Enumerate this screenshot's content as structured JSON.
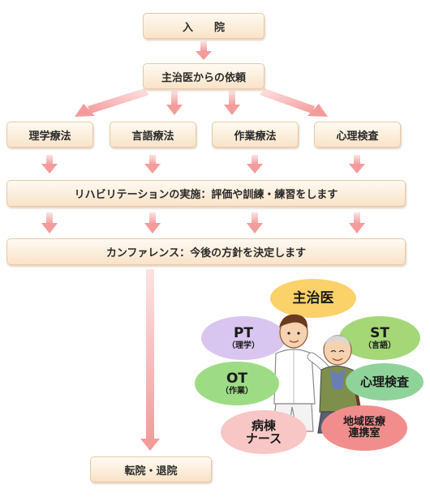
{
  "flow": {
    "admission": "入　　院",
    "request": "主治医からの依頼",
    "departments": [
      "理学療法",
      "言語療法",
      "作業療法",
      "心理検査"
    ],
    "implementation": "リハビリテーションの実施：評価や訓練・練習をします",
    "conference": "カンファレンス：今後の方針を決定します",
    "discharge": "転院・退院"
  },
  "team": {
    "doctor": "主治医",
    "pt": {
      "main": "PT",
      "sub": "（理学）"
    },
    "st": {
      "main": "ST",
      "sub": "（言語）"
    },
    "ot": {
      "main": "OT",
      "sub": "（作業）"
    },
    "psych": "心理検査",
    "ward_nurse": [
      "病棟",
      "ナース"
    ],
    "liaison": [
      "地域医療",
      "連携室"
    ]
  },
  "colors": {
    "box_fill_top": "#fffaf2",
    "box_fill_bottom": "#f9e3c8",
    "arrow": "#f5a8a8",
    "doctor": "#fbd26a",
    "pt": "#d9c6f0",
    "st": "#a5d776",
    "ot": "#9ddc84",
    "psych": "#8fd39a",
    "ward_nurse": "#f9c6c6",
    "liaison": "#f28d8d"
  }
}
